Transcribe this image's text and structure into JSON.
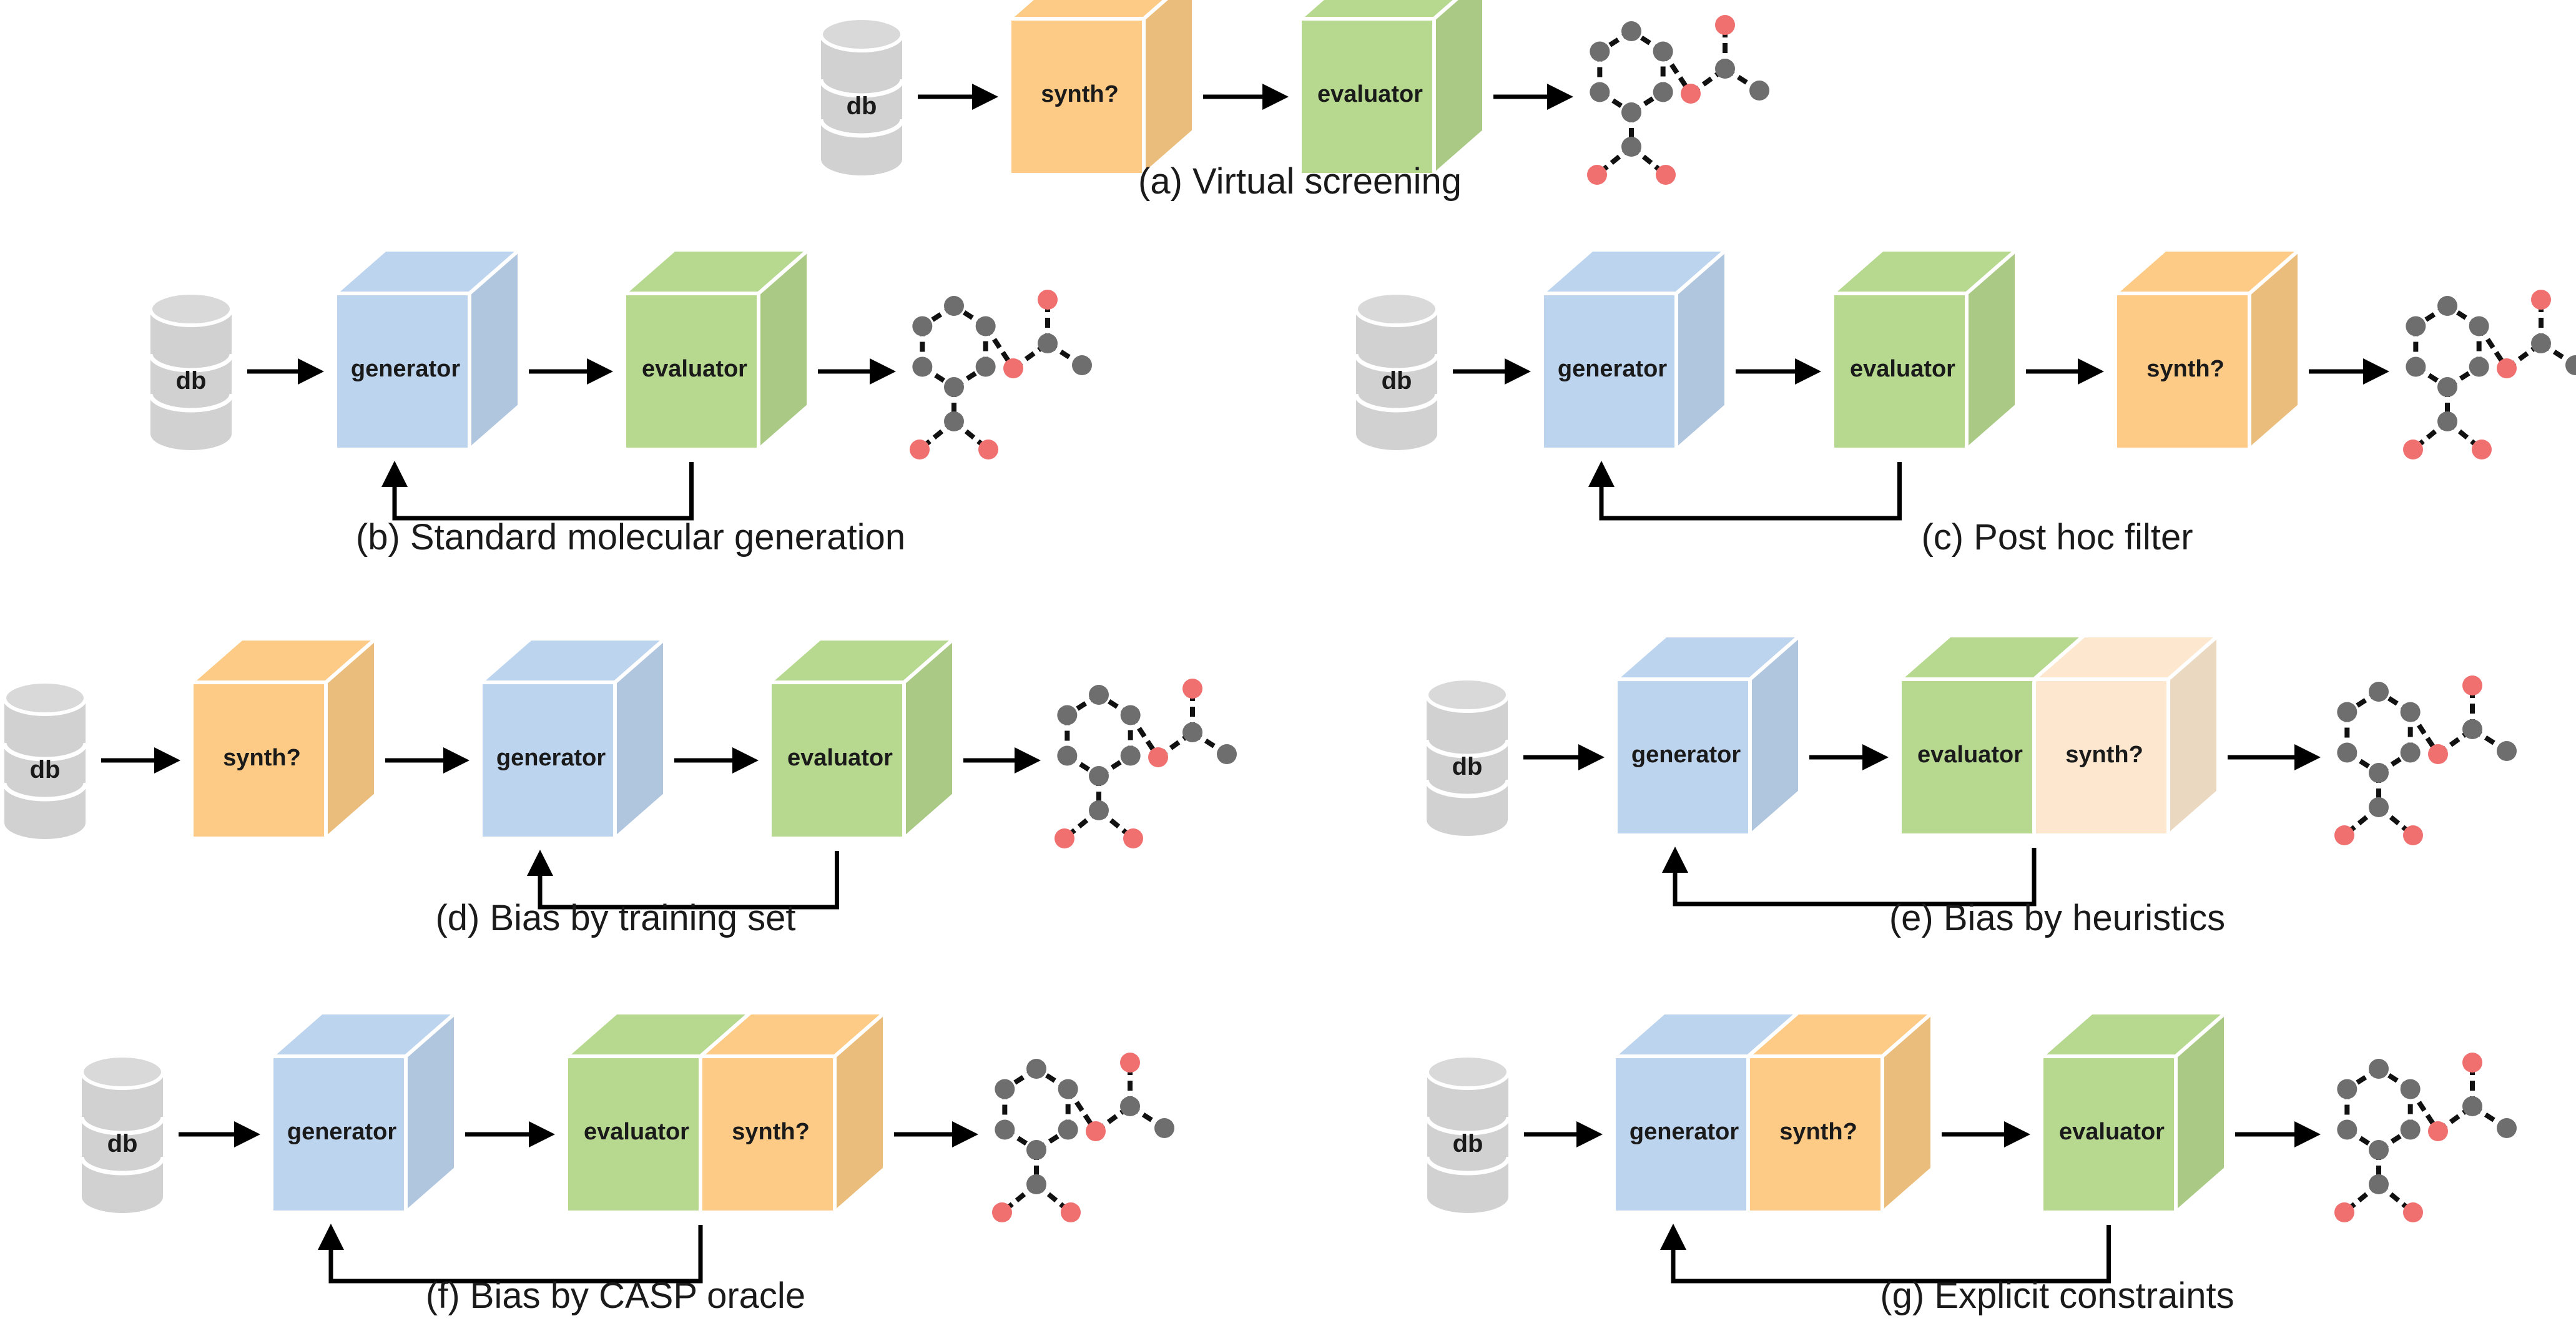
{
  "colors": {
    "synth": "#FDCB85",
    "synth_light": "#FDE8CF",
    "generator": "#BDD4EF",
    "evaluator": "#B6D88F",
    "db": "#D1D1D1",
    "arrow": "#000000",
    "atom_carbon": "#6E6E6E",
    "atom_oxygen": "#F07070"
  },
  "icons": {
    "database": "database-icon",
    "molecule": "molecule-icon"
  },
  "panels": [
    {
      "id": "a",
      "caption": "(a) Virtual screening",
      "db_label": "db",
      "stages": [
        [
          {
            "label": "synth?",
            "kind": "synth"
          }
        ],
        [
          {
            "label": "evaluator",
            "kind": "evaluator"
          }
        ]
      ],
      "feedback": false
    },
    {
      "id": "b",
      "caption": "(b) Standard molecular generation",
      "db_label": "db",
      "stages": [
        [
          {
            "label": "generator",
            "kind": "generator"
          }
        ],
        [
          {
            "label": "evaluator",
            "kind": "evaluator"
          }
        ]
      ],
      "feedback": true
    },
    {
      "id": "c",
      "caption": "(c) Post hoc filter",
      "db_label": "db",
      "stages": [
        [
          {
            "label": "generator",
            "kind": "generator"
          }
        ],
        [
          {
            "label": "evaluator",
            "kind": "evaluator"
          }
        ],
        [
          {
            "label": "synth?",
            "kind": "synth"
          }
        ]
      ],
      "feedback": true
    },
    {
      "id": "d",
      "caption": "(d) Bias by training set",
      "db_label": "db",
      "stages": [
        [
          {
            "label": "synth?",
            "kind": "synth"
          }
        ],
        [
          {
            "label": "generator",
            "kind": "generator"
          }
        ],
        [
          {
            "label": "evaluator",
            "kind": "evaluator"
          }
        ]
      ],
      "feedback": true
    },
    {
      "id": "e",
      "caption": "(e) Bias by heuristics",
      "db_label": "db",
      "stages": [
        [
          {
            "label": "generator",
            "kind": "generator"
          }
        ],
        [
          {
            "label": "evaluator",
            "kind": "evaluator"
          },
          {
            "label": "synth?",
            "kind": "synth_light"
          }
        ]
      ],
      "feedback": true
    },
    {
      "id": "f",
      "caption": "(f) Bias by CASP oracle",
      "db_label": "db",
      "stages": [
        [
          {
            "label": "generator",
            "kind": "generator"
          }
        ],
        [
          {
            "label": "evaluator",
            "kind": "evaluator"
          },
          {
            "label": "synth?",
            "kind": "synth"
          }
        ]
      ],
      "feedback": true
    },
    {
      "id": "g",
      "caption": "(g) Explicit constraints",
      "db_label": "db",
      "stages": [
        [
          {
            "label": "generator",
            "kind": "generator"
          },
          {
            "label": "synth?",
            "kind": "synth"
          }
        ],
        [
          {
            "label": "evaluator",
            "kind": "evaluator"
          }
        ]
      ],
      "feedback": true
    }
  ]
}
